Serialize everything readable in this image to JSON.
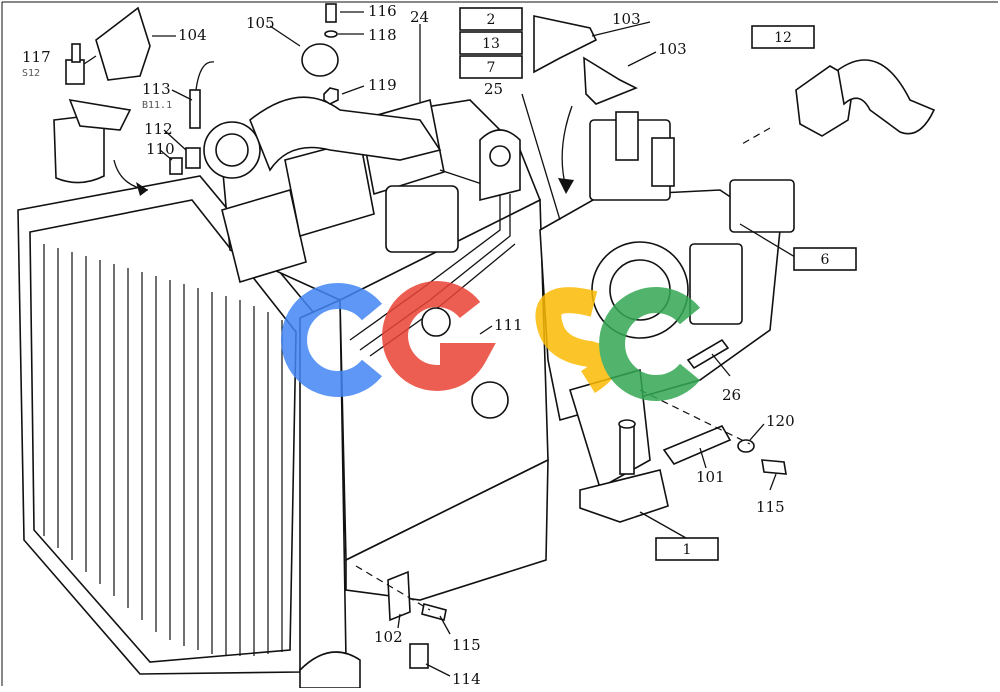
{
  "diagram": {
    "callouts": {
      "c117": "117",
      "c117_sub": "S12",
      "c104": "104",
      "c105": "105",
      "c116": "116",
      "c118": "118",
      "c119": "119",
      "c24": "24",
      "c113": "113",
      "c113_sub": "B11.1",
      "c112": "112",
      "c110": "110",
      "c25": "25",
      "c103a": "103",
      "c103b": "103",
      "c111": "111",
      "c26": "26",
      "c120": "120",
      "c101": "101",
      "c115a": "115",
      "c102": "102",
      "c115b": "115",
      "c114": "114"
    },
    "boxes": {
      "b2": "2",
      "b13": "13",
      "b7": "7",
      "b12": "12",
      "b6": "6",
      "b1": "1"
    },
    "watermark": {
      "colors": [
        "#4285f4",
        "#ea4335",
        "#fbbc05",
        "#34a853"
      ]
    }
  }
}
